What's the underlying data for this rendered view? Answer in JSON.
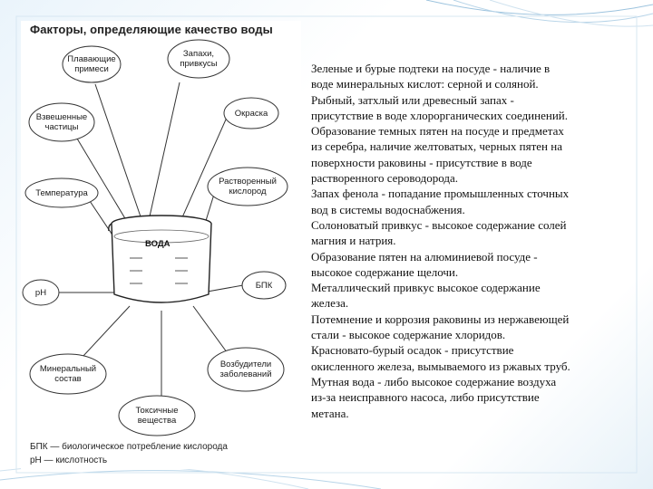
{
  "figure": {
    "title": "Факторы, определяющие качество воды",
    "center": "ВОДА",
    "nodes": {
      "floating": "Плавающие\nпримеси",
      "odors": "Запахи,\nпривкусы",
      "suspended": "Взвешенные\nчастицы",
      "color": "Окраска",
      "temperature": "Температура",
      "dissolved_oxygen": "Растворенный\nкислород",
      "ph": "pH",
      "bod": "БПК",
      "mineral": "Минеральный\nсостав",
      "pathogens": "Возбудители\nзаболеваний",
      "toxic": "Токсичные\nвещества"
    },
    "legend": [
      "БПК — биологическое потребление кислорода",
      "pH — кислотность"
    ]
  },
  "text_lines": [
    "Зеленые и бурые подтеки на посуде - наличие в",
    "воде минеральных кислот: серной и соляной.",
    "Рыбный, затхлый или древесный запах -",
    "присутствие в воде хлорорганических соединений.",
    "Образование темных пятен на посуде и предметах",
    "из серебра, наличие желтоватых, черных пятен на",
    "поверхности раковины - присутствие в воде",
    "растворенного сероводорода.",
    "Запах фенола - попадание промышленных сточных",
    "вод в системы водоснабжения.",
    "Солоноватый привкус - высокое содержание солей",
    "магния и натрия.",
    "Образование пятен на алюминиевой посуде -",
    "высокое содержание щелочи.",
    "Металлический привкус высокое содержание",
    "железа.",
    "Потемнение и коррозия раковины из нержавеющей",
    "стали - высокое содержание хлоридов.",
    "Красновато-бурый осадок - присутствие",
    "окисленного железа, вымываемого из ржавых труб.",
    "Мутная вода - либо высокое содержание воздуха",
    "из-за неисправного насоса, либо присутствие",
    "метана."
  ]
}
